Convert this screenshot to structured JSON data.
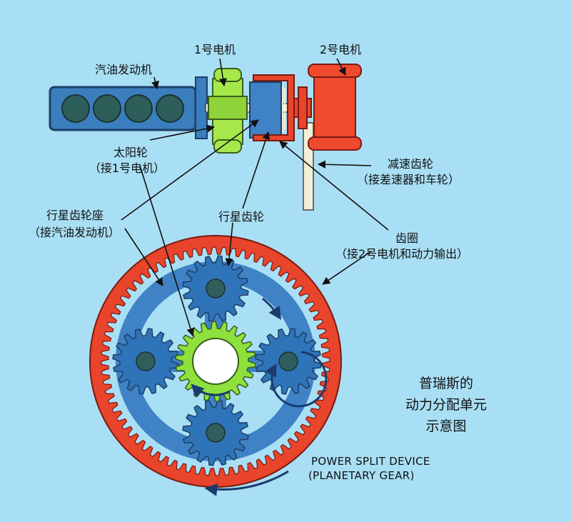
{
  "labels": {
    "engine": "汽油发动机",
    "motor1": "1号电机",
    "motor2": "2号电机",
    "sun_gear": "太阳轮",
    "sun_gear_sub": "（接1号电机）",
    "reduction_gear": "减速齿轮",
    "reduction_gear_sub": "（接差速器和车轮）",
    "carrier": "行星齿轮座",
    "carrier_sub": "（接汽油发动机）",
    "planet_gear": "行星齿轮",
    "ring_gear": "齿圈",
    "ring_gear_sub": "（接2号电机和动力输出）",
    "title_line1": "普瑞斯的",
    "title_line2": "动力分配单元",
    "title_line3": "示意图",
    "english_line1": "POWER SPLIT DEVICE",
    "english_line2": "(PLANETARY GEAR)"
  },
  "colors": {
    "background": "#a9dff5",
    "engine": "#3a7ebd",
    "ring": "#e8452c",
    "carrier": "#3f82c6",
    "planet": "#2f74b8",
    "sun": "#8ee03c",
    "motor1": "#a6e84a",
    "motor2": "#f04a2e",
    "hub": "#2f5e5c",
    "shaft": "#f3f0d6"
  }
}
